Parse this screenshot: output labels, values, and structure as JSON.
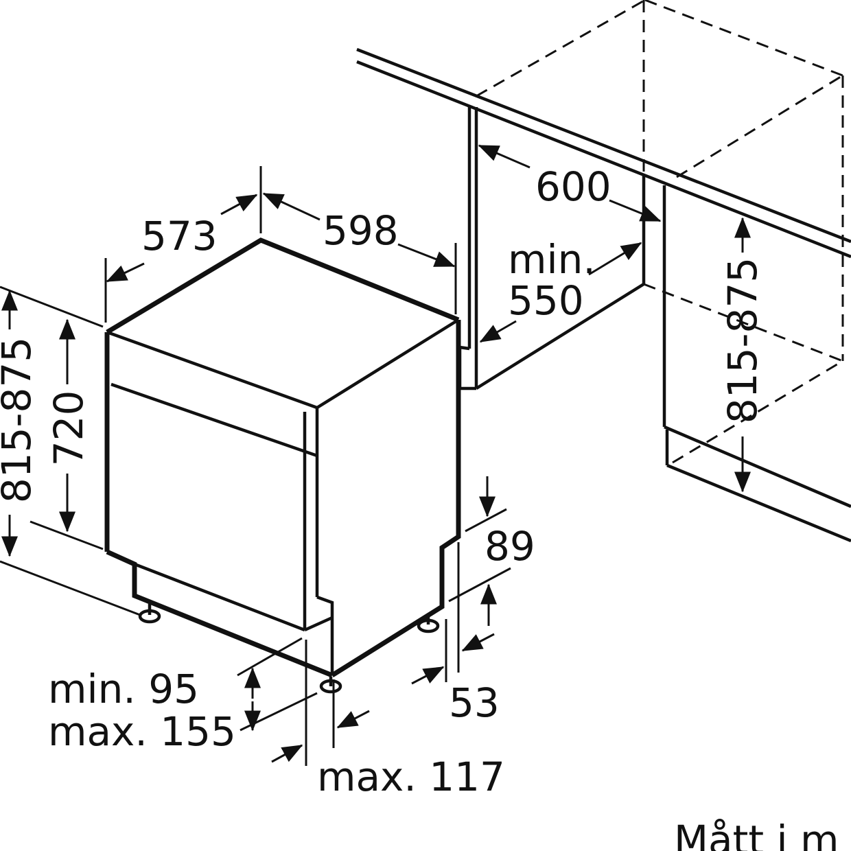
{
  "diagram": {
    "dimensions": {
      "depth": "573",
      "width": "598",
      "niche_width": "600",
      "niche_depth_line1": "min.",
      "niche_depth_line2": "550",
      "height_range_left": "815-875",
      "body_height": "720",
      "niche_height_range": "815-875",
      "panel_height": "89",
      "panel_offset": "53",
      "plinth_line1": "min. 95",
      "plinth_line2": "max. 155",
      "plinth_depth": "max. 117"
    },
    "footer_note": "Mått i m"
  }
}
